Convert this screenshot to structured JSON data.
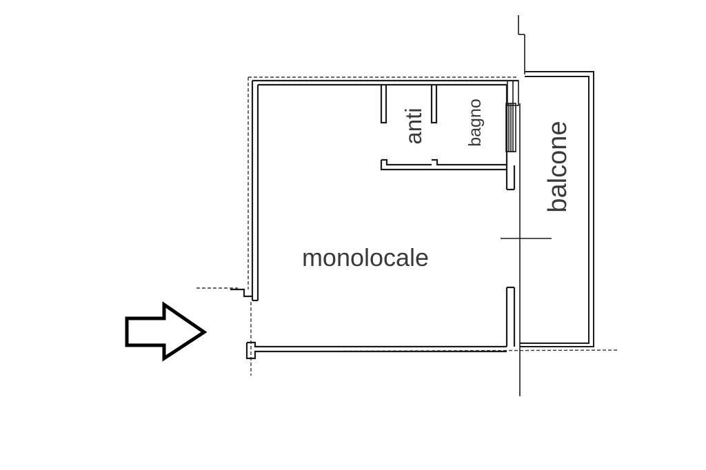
{
  "floor_plan": {
    "rooms": {
      "monolocale": "monolocale",
      "anti": "anti",
      "bagno": "bagno",
      "balcone": "balcone"
    },
    "entrance_arrow_icon": "right-arrow-icon",
    "colors": {
      "line": "#1a1a1a",
      "text": "#3a3a3a",
      "background": "#ffffff"
    }
  }
}
